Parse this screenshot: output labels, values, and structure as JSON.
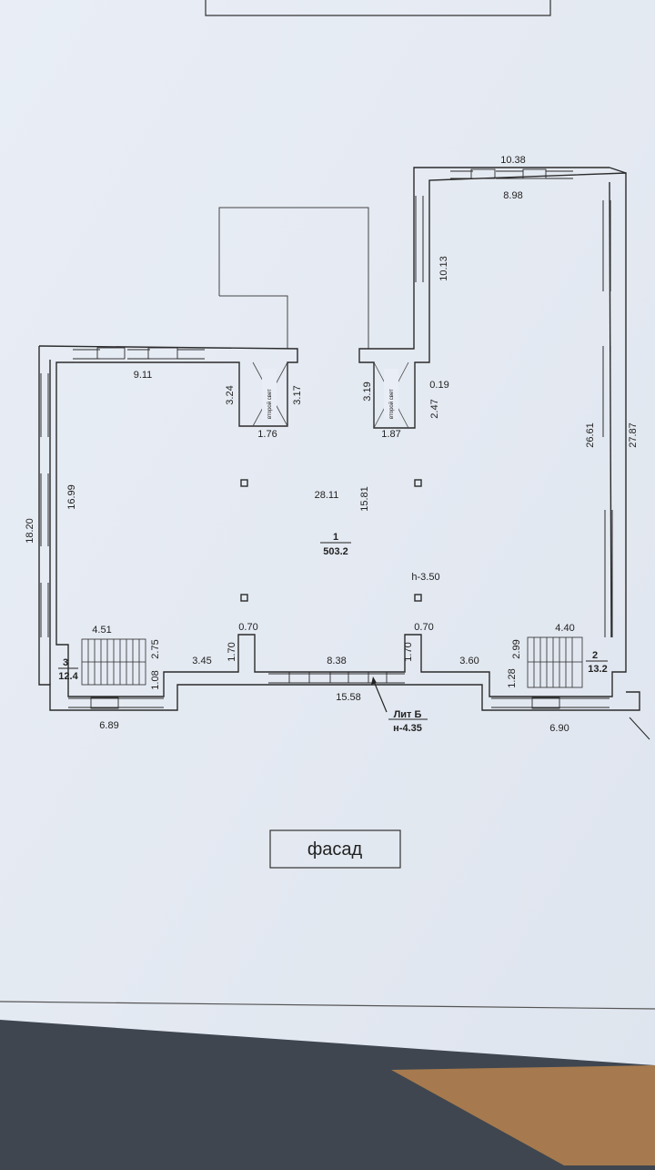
{
  "plan": {
    "dimensions": {
      "top_right_outer": "10.38",
      "top_right_inner": "8.98",
      "right_wing_height": "10.13",
      "left_top_width": "9.11",
      "recess_left_depth": "3.24",
      "recess_left_right": "3.17",
      "recess_left_width": "1.76",
      "recess_right_left": "3.19",
      "recess_right_width": "1.87",
      "recess_right_top": "0.19",
      "recess_right_right": "2.47",
      "left_outer_height": "18.20",
      "left_inner_height": "16.99",
      "hall_width": "28.11",
      "hall_depth": "15.81",
      "right_inner_height": "26.61",
      "right_outer_height": "27.87",
      "stair_left_width": "4.51",
      "stair_left_depth": "2.75",
      "stair_left_small": "1.08",
      "pilaster_left_width": "0.70",
      "pilaster_left_depth": "1.70",
      "pilaster_right_width": "0.70",
      "pilaster_right_depth": "1.70",
      "left_offset": "3.45",
      "center_window": "8.38",
      "center_outer": "15.58",
      "right_offset": "3.60",
      "stair_right_width": "4.40",
      "stair_right_depth": "2.99",
      "stair_right_small": "1.28",
      "bottom_left": "6.89",
      "bottom_right": "6.90"
    },
    "rooms": {
      "main_number": "1",
      "main_area": "503.2",
      "stair_left_number": "3",
      "stair_left_area": "12.4",
      "stair_right_number": "2",
      "stair_right_area": "13.2"
    },
    "height_mark": "h-3.50",
    "letter": {
      "line1": "Лит Б",
      "line2": "н-4.35"
    },
    "second_light_left": "второй свет",
    "second_light_right": "второй свет",
    "facade_label": "фасад"
  }
}
